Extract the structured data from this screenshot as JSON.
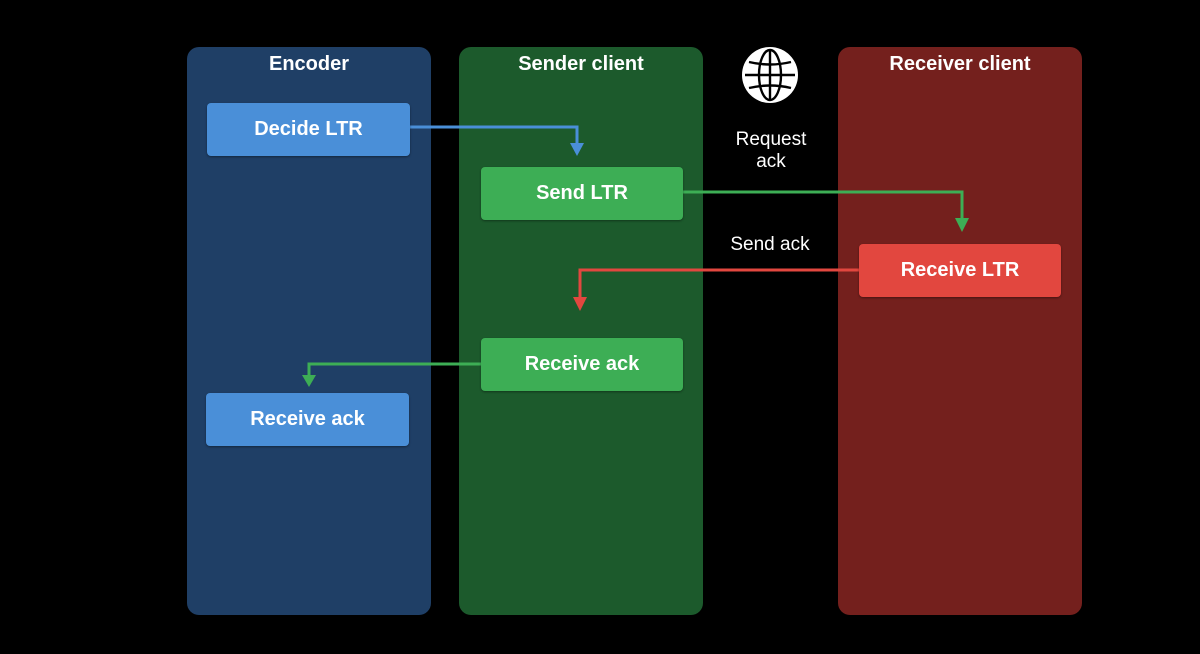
{
  "lanes": {
    "encoder": "Encoder",
    "sender": "Sender client",
    "receiver": "Receiver client"
  },
  "boxes": {
    "decide_ltr": "Decide LTR",
    "send_ltr": "Send LTR",
    "receive_ltr": "Receive LTR",
    "receive_ack_sender": "Receive ack",
    "receive_ack_encoder": "Receive ack"
  },
  "labels": {
    "request_ack": "Request\nack",
    "send_ack": "Send ack"
  },
  "icons": {
    "network": "globe-icon"
  },
  "colors": {
    "encoder_lane": "#1f3f66",
    "sender_lane": "#1c5a2c",
    "receiver_lane": "#74201d",
    "blue_arrow": "#4a8fd8",
    "green_arrow": "#3dae55",
    "red_arrow": "#e2473f"
  }
}
